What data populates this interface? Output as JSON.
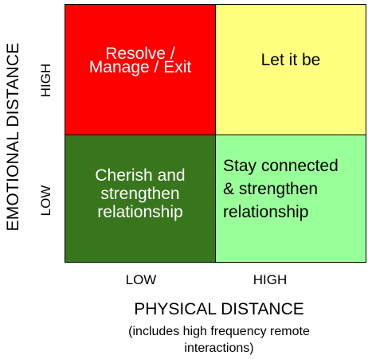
{
  "axes": {
    "y_title": "EMOTIONAL DISTANCE",
    "y_ticks": {
      "high": "HIGH",
      "low": "LOW"
    },
    "x_title": "PHYSICAL DISTANCE",
    "x_subtitle": "(includes high frequency remote interactions)",
    "x_ticks": {
      "low": "LOW",
      "high": "HIGH"
    }
  },
  "quadrants": {
    "top_left": {
      "lines": [
        "Resolve /",
        "Manage / Exit"
      ],
      "background": "#ff0000",
      "text_color": "#ffffff"
    },
    "top_right": {
      "lines": [
        "Let it be"
      ],
      "background": "#ffff80",
      "text_color": "#000000"
    },
    "bottom_left": {
      "lines": [
        "Cherish and",
        "strengthen",
        "relationship"
      ],
      "background": "#38761d",
      "text_color": "#ffffff"
    },
    "bottom_right": {
      "lines": [
        "Stay connected",
        "& strengthen",
        "relationship"
      ],
      "background": "#99ff99",
      "text_color": "#000000"
    }
  }
}
